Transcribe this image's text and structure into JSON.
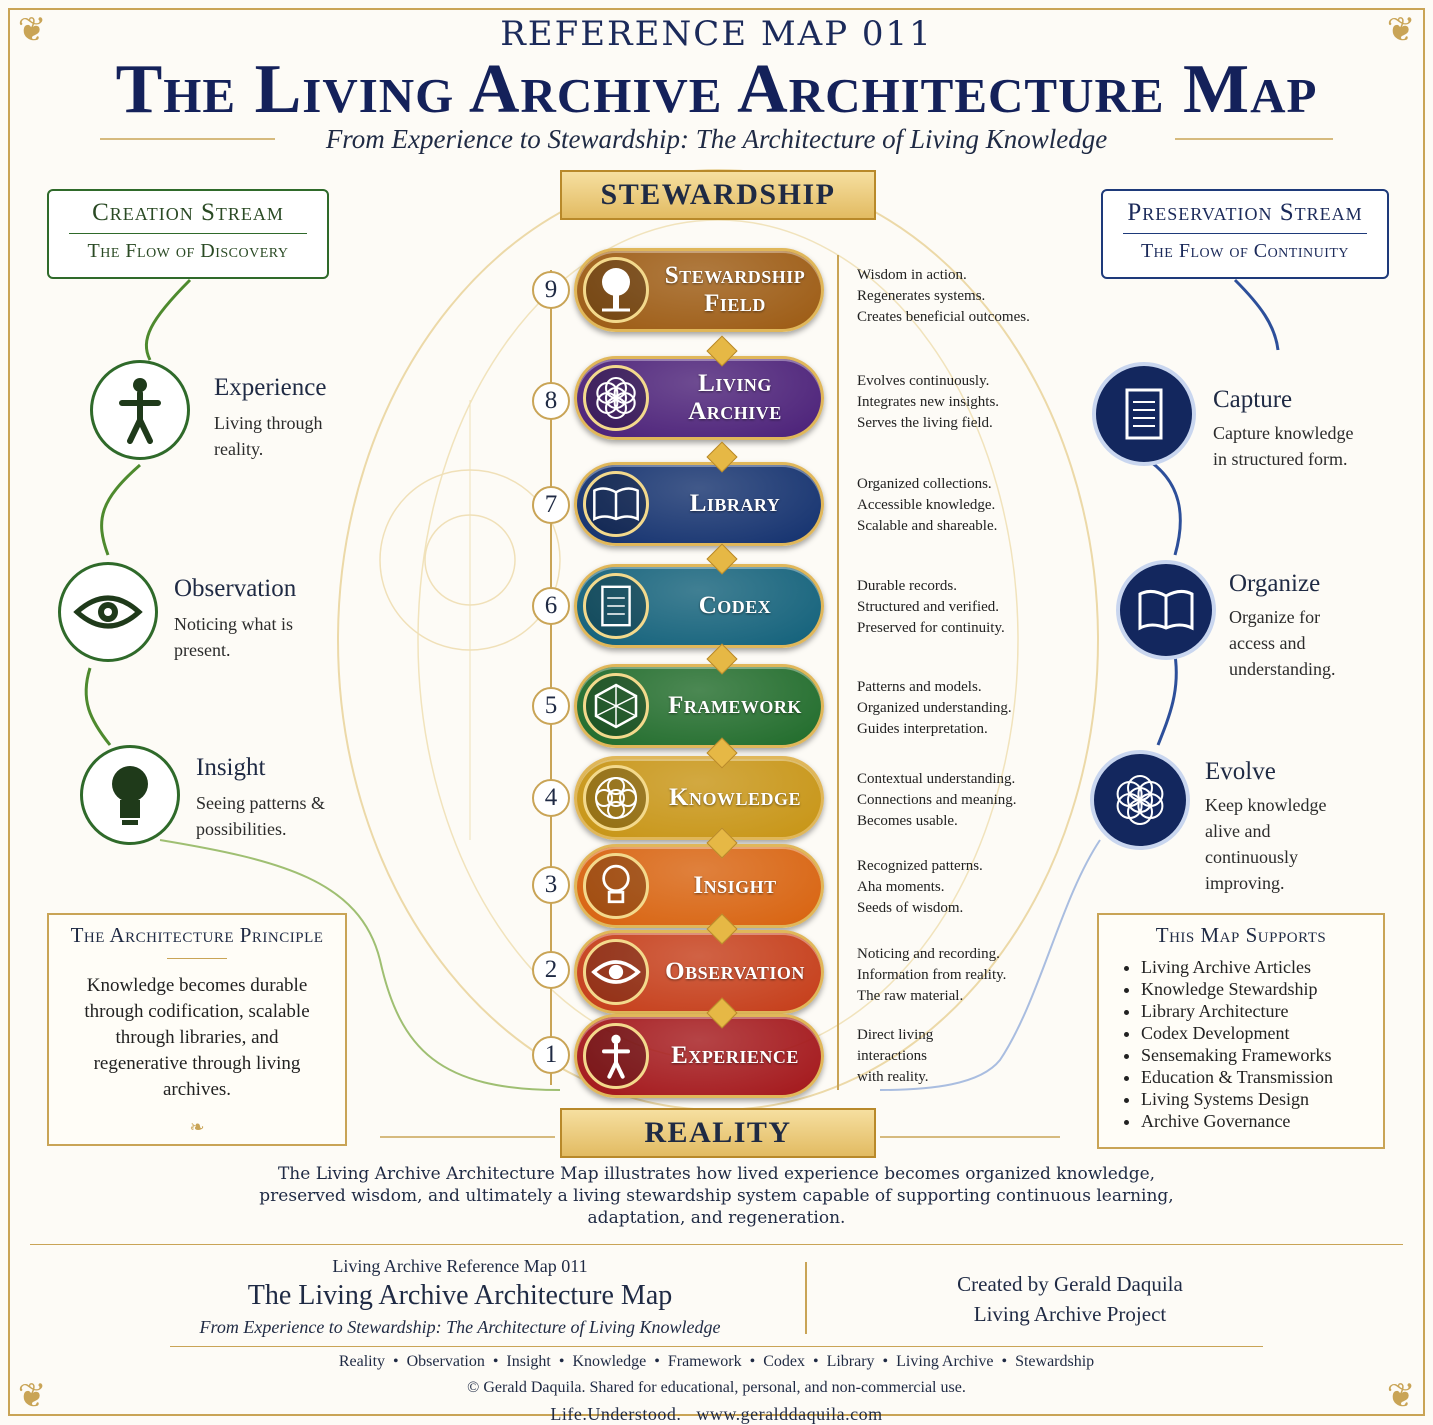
{
  "header": {
    "ref": "REFERENCE MAP 011",
    "title": "The Living Archive Architecture Map",
    "subtitle": "From Experience to Stewardship: The Architecture of Living Knowledge"
  },
  "creation_stream": {
    "title": "Creation Stream",
    "subtitle": "The Flow of Discovery",
    "steps": [
      {
        "title": "Experience",
        "desc": "Living through reality.",
        "icon": "person-icon"
      },
      {
        "title": "Observation",
        "desc": "Noticing what is present.",
        "icon": "eye-icon"
      },
      {
        "title": "Insight",
        "desc": "Seeing patterns & possibilities.",
        "icon": "lightbulb-icon"
      }
    ]
  },
  "preservation_stream": {
    "title": "Preservation Stream",
    "subtitle": "The Flow of Continuity",
    "steps": [
      {
        "title": "Capture",
        "desc": "Capture knowledge in structured form.",
        "icon": "scroll-icon"
      },
      {
        "title": "Organize",
        "desc": "Organize for access and understanding.",
        "icon": "book-icon"
      },
      {
        "title": "Evolve",
        "desc": "Keep knowledge alive and continuously improving.",
        "icon": "flower-of-life-icon"
      }
    ]
  },
  "banners": {
    "top": "STEWARDSHIP",
    "bottom": "REALITY"
  },
  "levels": [
    {
      "num": "9",
      "label": "Stewardship Field",
      "color": "#9c5a12",
      "icon": "tree-icon",
      "lines": [
        "Wisdom in action.",
        "Regenerates systems.",
        "Creates beneficial outcomes."
      ]
    },
    {
      "num": "8",
      "label": "Living Archive",
      "color": "#4a1f78",
      "icon": "flower-of-life-icon",
      "lines": [
        "Evolves continuously.",
        "Integrates new insights.",
        "Serves the living field."
      ]
    },
    {
      "num": "7",
      "label": "Library",
      "color": "#12306e",
      "icon": "open-book-icon",
      "lines": [
        "Organized collections.",
        "Accessible knowledge.",
        "Scalable and shareable."
      ]
    },
    {
      "num": "6",
      "label": "Codex",
      "color": "#11607a",
      "icon": "scroll-icon",
      "lines": [
        "Durable records.",
        "Structured and verified.",
        "Preserved for continuity."
      ]
    },
    {
      "num": "5",
      "label": "Framework",
      "color": "#1f6b2a",
      "icon": "geodesic-icon",
      "lines": [
        "Patterns and models.",
        "Organized understanding.",
        "Guides interpretation."
      ]
    },
    {
      "num": "4",
      "label": "Knowledge",
      "color": "#c79414",
      "icon": "mandala-icon",
      "lines": [
        "Contextual understanding.",
        "Connections and meaning.",
        "Becomes usable."
      ]
    },
    {
      "num": "3",
      "label": "Insight",
      "color": "#d8620e",
      "icon": "lightbulb-icon",
      "lines": [
        "Recognized patterns.",
        "Aha moments.",
        "Seeds of wisdom."
      ]
    },
    {
      "num": "2",
      "label": "Observation",
      "color": "#c53c18",
      "icon": "eye-icon",
      "lines": [
        "Noticing and recording.",
        "Information from reality.",
        "The raw material."
      ]
    },
    {
      "num": "1",
      "label": "Experience",
      "color": "#a3161a",
      "icon": "person-icon",
      "lines": [
        "Direct living",
        "interactions",
        "with reality."
      ]
    }
  ],
  "principle": {
    "title": "The Architecture Principle",
    "body": "Knowledge becomes durable through codification, scalable through libraries, and regenerative through living archives."
  },
  "supports": {
    "title": "This Map Supports",
    "items": [
      "Living Archive Articles",
      "Knowledge Stewardship",
      "Library Architecture",
      "Codex Development",
      "Sensemaking Frameworks",
      "Education & Transmission",
      "Living Systems Design",
      "Archive Governance"
    ]
  },
  "summary": "The Living Archive Architecture Map illustrates how lived experience becomes organized knowledge, preserved wisdom, and ultimately a living stewardship system capable of supporting continuous learning, adaptation, and regeneration.",
  "footer": {
    "ref": "Living Archive Reference Map 011",
    "title": "The Living Archive Architecture Map",
    "subtitle": "From Experience to Stewardship: The Architecture of Living Knowledge",
    "creator": "Created by Gerald Daquila",
    "project": "Living Archive Project",
    "sequence": "Reality  •  Observation  •  Insight  •  Knowledge  •  Framework  •  Codex  •  Library  •  Living Archive  •  Stewardship",
    "copyright": "© Gerald Daquila.  Shared for educational, personal, and non-commercial use.",
    "site": "Life.Understood.   www.geralddaquila.com"
  },
  "colors": {
    "gold": "#c9a456",
    "navy": "#1b2a5a",
    "green": "#2f6a2a",
    "blue": "#1e3a7a"
  }
}
